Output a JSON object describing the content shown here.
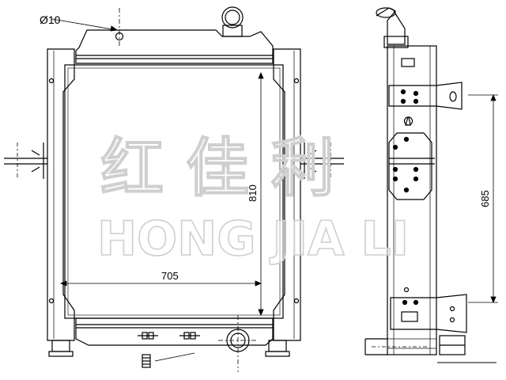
{
  "labels": {
    "cap_diameter": "Ø10",
    "width_dim": "705",
    "height_dim": "810",
    "mount_dim": "685"
  },
  "watermark": {
    "chinese": "红  佳  利",
    "pinyin": "HONG JIA LI"
  },
  "colors": {
    "ink": "#000000",
    "paper": "#ffffff",
    "watermark_fill": "#ffffff",
    "watermark_stroke": "#d4d4d4"
  }
}
